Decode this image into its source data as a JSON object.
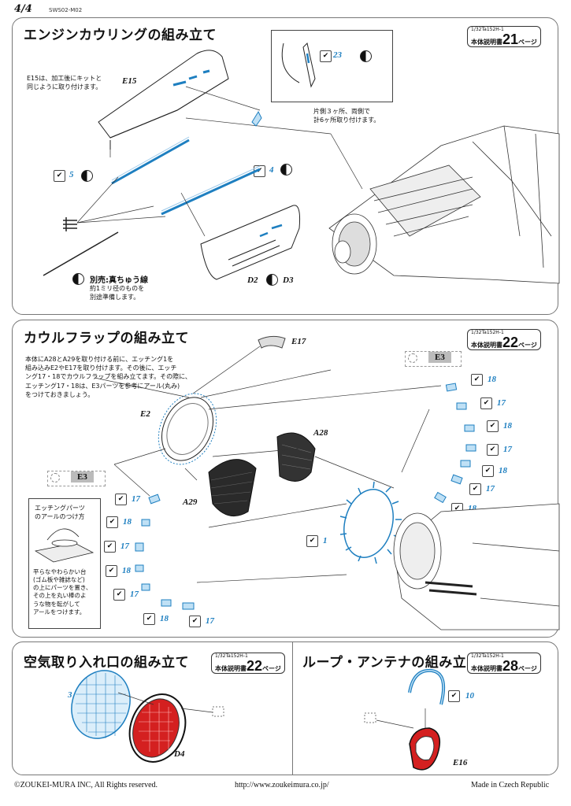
{
  "header": {
    "page": "4/4",
    "code": "SWS02-M02"
  },
  "s1": {
    "title": "エンジンカウリングの組み立て",
    "ref": {
      "code": "1/32Ta152H-1",
      "label": "本体説明書",
      "page": "21",
      "suffix": "ページ"
    },
    "note_e15": [
      "E15は、加工後にキットと",
      "同じように取り付けます。"
    ],
    "part_e15": "E15",
    "num_5": "5",
    "num_4": "4",
    "num_23": "23",
    "note_sides": [
      "片側３ヶ所、両側で",
      "計6ヶ所取り付けます。"
    ],
    "wire_title": "別売:真ちゅう線",
    "wire_note": [
      "約1ミリ径のものを",
      "別途準備します。"
    ],
    "part_d2": "D2",
    "part_d3": "D3"
  },
  "s2": {
    "title": "カウルフラップの組み立て",
    "ref": {
      "code": "1/32Ta152H-1",
      "label": "本体説明書",
      "page": "22",
      "suffix": "ページ"
    },
    "note": [
      "本体にA28とA29を取り付ける前に、エッチング1を",
      "組み込みE2やE17を取り付けます。その後に、エッチ",
      "ング17・18でカウルフラップを組み立てます。その際に、",
      "エッチング17・18は、E3パーツを参考にアール(丸み)",
      "をつけておきましょう。"
    ],
    "part_e17": "E17",
    "part_e2": "E2",
    "part_a28": "A28",
    "part_a29": "A29",
    "part_e3a": "E3",
    "part_e3b": "E3",
    "num_1": "1",
    "right_nums": [
      "18",
      "17",
      "18",
      "17",
      "18",
      "17",
      "18"
    ],
    "left_nums": [
      "17",
      "18",
      "17",
      "18",
      "17",
      "18",
      "17"
    ],
    "inset_title": [
      "エッチングパーツ",
      "のアールのつけ方"
    ],
    "inset_note": [
      "平らなやわらかい台",
      "(ゴム板や雑誌など)",
      "の上にパーツを置き、",
      "その上を丸い棒のよ",
      "うな物を転がして",
      "アールをつけます。"
    ]
  },
  "s3": {
    "title": "空気取り入れ口の組み立て",
    "ref": {
      "code": "1/32Ta152H-1",
      "label": "本体説明書",
      "page": "22",
      "suffix": "ページ"
    },
    "num_3": "3",
    "part_d4": "D4"
  },
  "s4": {
    "title": "ループ・アンテナの組み立て",
    "ref": {
      "code": "1/32Ta152H-1",
      "label": "本体説明書",
      "page": "28",
      "suffix": "ページ"
    },
    "num_10": "10",
    "part_e16": "E16"
  },
  "footer": {
    "copyright": "©ZOUKEI-MURA INC, All Rights reserved.",
    "url": "http://www.zoukeimura.co.jp/",
    "made": "Made in Czech Republic"
  },
  "colors": {
    "blue": "#1e7fc0",
    "red": "#d42020",
    "light_blue": "#bfe0f5"
  }
}
